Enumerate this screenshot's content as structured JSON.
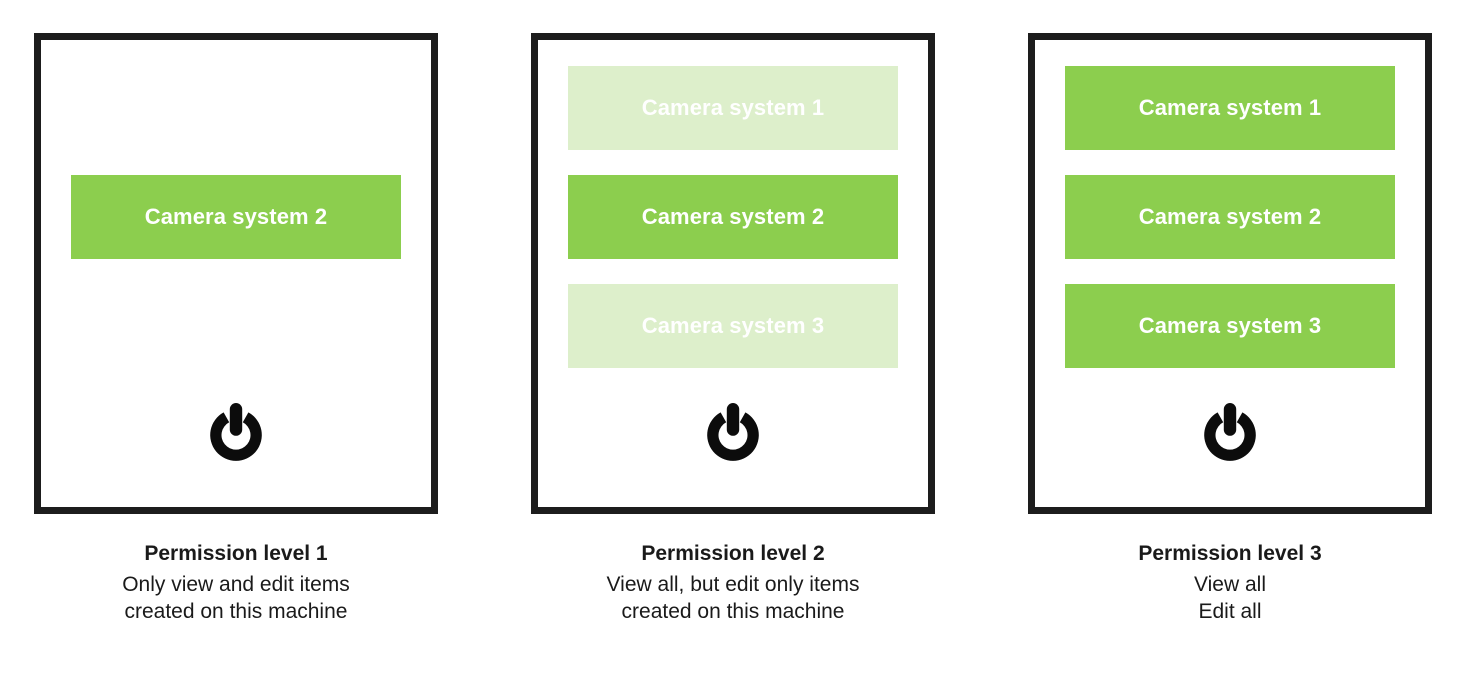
{
  "colors": {
    "item_active": "#8cce4e",
    "item_faded": "#ddefcb",
    "panel_border": "#1d1d1d",
    "text_dark": "#1a1a1a",
    "item_label": "#ffffff",
    "background": "#ffffff"
  },
  "panels": [
    {
      "id": "permission-level-1",
      "power_icon": "power-icon",
      "items": [
        {
          "label": "Camera system 2",
          "state": "active"
        }
      ],
      "caption": {
        "title": "Permission level 1",
        "lines": [
          "Only view and edit items",
          "created on this machine"
        ]
      }
    },
    {
      "id": "permission-level-2",
      "power_icon": "power-icon",
      "items": [
        {
          "label": "Camera system 1",
          "state": "faded"
        },
        {
          "label": "Camera system 2",
          "state": "active"
        },
        {
          "label": "Camera system 3",
          "state": "faded"
        }
      ],
      "caption": {
        "title": "Permission level 2",
        "lines": [
          "View all, but edit only items",
          "created on this machine"
        ]
      }
    },
    {
      "id": "permission-level-3",
      "power_icon": "power-icon",
      "items": [
        {
          "label": "Camera system 1",
          "state": "active"
        },
        {
          "label": "Camera system 2",
          "state": "active"
        },
        {
          "label": "Camera system 3",
          "state": "active"
        }
      ],
      "caption": {
        "title": "Permission level 3",
        "lines": [
          "View all",
          "Edit all"
        ]
      }
    }
  ]
}
